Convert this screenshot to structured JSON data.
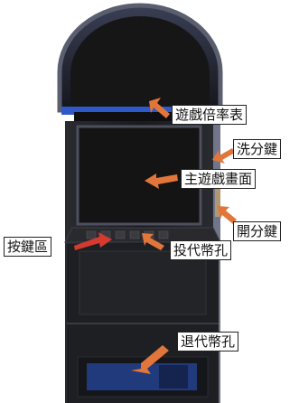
{
  "labels": {
    "paytable": "遊戲倍率表",
    "wash_key": "洗分鍵",
    "main_screen": "主遊戲畫面",
    "open_key": "開分鍵",
    "button_area": "按鍵區",
    "coin_slot": "投代幣孔",
    "coin_return": "退代幣孔"
  },
  "colors": {
    "arrow": "#e2763a",
    "cabinet_body": "#1c1c1c",
    "cabinet_frame": "#5a5e6e",
    "screen": "#141414",
    "accent_blue": "#2e59c8"
  }
}
